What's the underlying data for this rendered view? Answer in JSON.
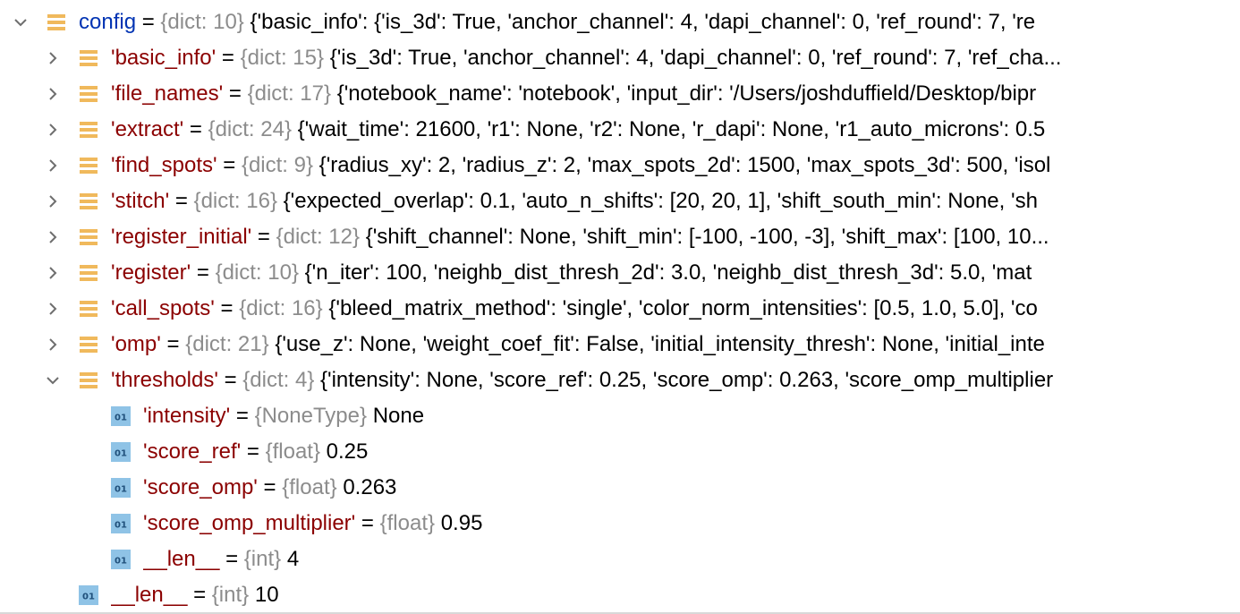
{
  "colors": {
    "root_name": "#0033b3",
    "key_name": "#8b0000",
    "type_hint": "#8c8c8c",
    "dict_icon": "#f0b95c",
    "scalar_icon": "#8fc3e6"
  },
  "root": {
    "name": "config",
    "type": "{dict: 10}",
    "value": "{'basic_info': {'is_3d': True, 'anchor_channel': 4, 'dapi_channel': 0, 'ref_round': 7, 're",
    "icon": "dict-icon",
    "expanded": true
  },
  "sections": [
    {
      "name": "'basic_info'",
      "type": "{dict: 15}",
      "value": "{'is_3d': True, 'anchor_channel': 4, 'dapi_channel': 0, 'ref_round': 7, 'ref_cha..."
    },
    {
      "name": "'file_names'",
      "type": "{dict: 17}",
      "value": "{'notebook_name': 'notebook', 'input_dir': '/Users/joshduffield/Desktop/bipr"
    },
    {
      "name": "'extract'",
      "type": "{dict: 24}",
      "value": "{'wait_time': 21600, 'r1': None, 'r2': None, 'r_dapi': None, 'r1_auto_microns': 0.5"
    },
    {
      "name": "'find_spots'",
      "type": "{dict: 9}",
      "value": "{'radius_xy': 2, 'radius_z': 2, 'max_spots_2d': 1500, 'max_spots_3d': 500, 'isol"
    },
    {
      "name": "'stitch'",
      "type": "{dict: 16}",
      "value": "{'expected_overlap': 0.1, 'auto_n_shifts': [20, 20, 1], 'shift_south_min': None, 'sh"
    },
    {
      "name": "'register_initial'",
      "type": "{dict: 12}",
      "value": "{'shift_channel': None, 'shift_min': [-100, -100, -3], 'shift_max': [100, 10..."
    },
    {
      "name": "'register'",
      "type": "{dict: 10}",
      "value": "{'n_iter': 100, 'neighb_dist_thresh_2d': 3.0, 'neighb_dist_thresh_3d': 5.0, 'mat"
    },
    {
      "name": "'call_spots'",
      "type": "{dict: 16}",
      "value": "{'bleed_matrix_method': 'single', 'color_norm_intensities': [0.5, 1.0, 5.0], 'co"
    },
    {
      "name": "'omp'",
      "type": "{dict: 21}",
      "value": "{'use_z': None, 'weight_coef_fit': False, 'initial_intensity_thresh': None, 'initial_inte"
    },
    {
      "name": "'thresholds'",
      "type": "{dict: 4}",
      "value": "{'intensity': None, 'score_ref': 0.25, 'score_omp': 0.263, 'score_omp_multiplier"
    }
  ],
  "threshold_children": [
    {
      "name": "'intensity'",
      "type": "{NoneType}",
      "value": "None"
    },
    {
      "name": "'score_ref'",
      "type": "{float}",
      "value": "0.25"
    },
    {
      "name": "'score_omp'",
      "type": "{float}",
      "value": "0.263"
    },
    {
      "name": "'score_omp_multiplier'",
      "type": "{float}",
      "value": "0.95"
    },
    {
      "name": "__len__",
      "type": "{int}",
      "value": "4"
    }
  ],
  "root_len": {
    "name": "__len__",
    "type": "{int}",
    "value": "10"
  }
}
